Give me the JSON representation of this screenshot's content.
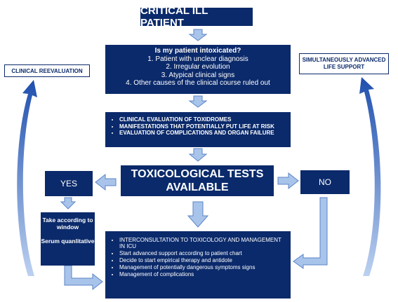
{
  "title": "CRITICAL ILL PATIENT",
  "intox": {
    "question": "Is my patient intoxicated?",
    "items": [
      "1.  Patient with unclear diagnosis",
      "2.  Irregular evolution",
      "3.  Atypical clinical signs",
      "4.  Other causes of the clinical course ruled out"
    ]
  },
  "evaluation": [
    "CLINICAL EVALUATION OF TOXIDROMES",
    "MANIFESTATIONS THAT POTENTIALLY PUT LIFE AT RISK",
    "EVALUATION OF COMPLICATIONS AND ORGAN FAILURE"
  ],
  "tests": {
    "line1": "TOXICOLOGICAL TESTS",
    "line2": "AVAILABLE"
  },
  "yes": "YES",
  "no": "NO",
  "take": {
    "line1": "Take according to window",
    "line2": "Serum quanlitative"
  },
  "actions": [
    "INTERCONSULTATION TO TOXICOLOGY AND MANAGEMENT IN ICU",
    "Start advanced support according to patient chart",
    "Decide to start empirical therapy and antidote",
    "Management of potentially dangerous symptoms signs",
    "Management of complications"
  ],
  "side_labels": {
    "reevaluation": "CLINICAL REEVALUATION",
    "als": "SIMULTANEOUSLY ADVANCED LIFE SUPPORT"
  },
  "colors": {
    "box": "#0b2a6b",
    "arrow_fill": "#a9c4ea",
    "arrow_stroke": "#5b84c7",
    "curve": "#2d5ab5"
  }
}
